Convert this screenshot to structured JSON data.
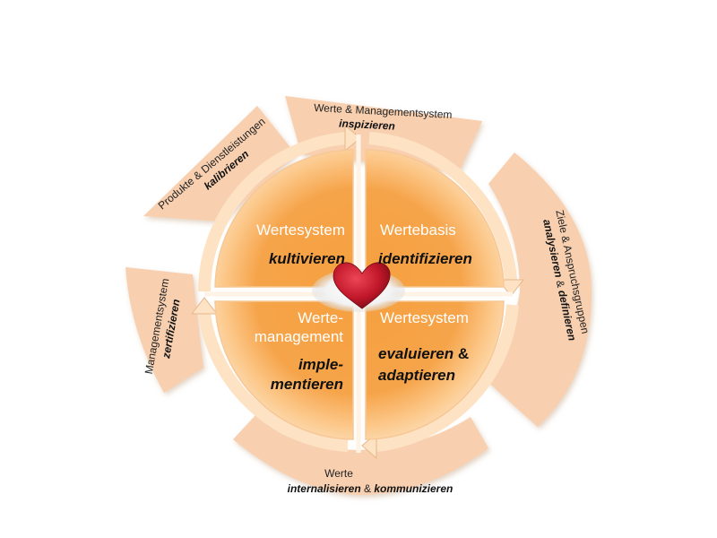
{
  "quadrants": {
    "top_left": {
      "title": "Wertesystem",
      "verb": "kultivieren"
    },
    "top_right": {
      "title": "Wertebasis",
      "verb": "identifizieren"
    },
    "bottom_left": {
      "title_line1": "Werte-",
      "title_line2": "management",
      "verb_line1": "imple-",
      "verb_line2": "mentieren"
    },
    "bottom_right": {
      "title": "Wertesystem",
      "verb_line1": "evaluieren",
      "verb_amp": " &",
      "verb_line2": "adaptieren"
    }
  },
  "outer": {
    "top": {
      "line1": "Werte & Managementsystem",
      "line2": "inspizieren"
    },
    "top_left": {
      "line1": "Produkte & Dienstleistungen",
      "line2": "kalibrieren"
    },
    "right": {
      "line1": "Ziele & Anspruchsgruppen",
      "line2_em1": "analysieren",
      "line2_amp": " & ",
      "line2_em2": "definieren"
    },
    "left": {
      "line1": "Managementsystem",
      "line2": "zertifizieren"
    },
    "bottom": {
      "line1": "Werte",
      "line2_em1": "internalisieren",
      "line2_amp": " & ",
      "line2_em2": "kommunizieren"
    }
  },
  "center": {
    "icon": "heart-icon"
  },
  "colors": {
    "outer_band": "#f8d0b0",
    "quadrant_inner": "#f59a3a",
    "quadrant_light": "#fde2c4",
    "heart": "#c0182a"
  }
}
